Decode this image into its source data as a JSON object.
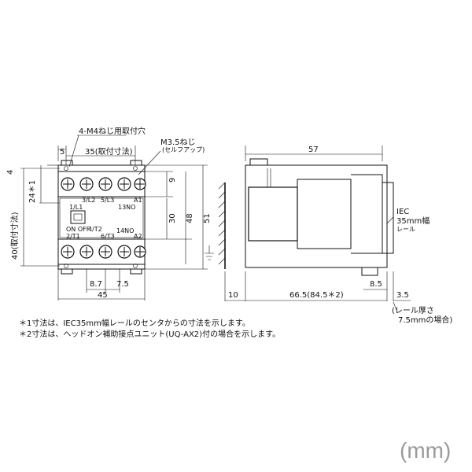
{
  "labels": {
    "mount_hole": "4-M4ねじ用取付穴",
    "screw": "M3.5ねじ",
    "screw_note": "(セルフアップ)",
    "iec_line1": "IEC",
    "iec_line2": "35mm幅",
    "iec_line3": "レール",
    "rail_thickness_line1": "(レール厚さ",
    "rail_thickness_line2": "7.5mmの場合)",
    "unit": "(mm)"
  },
  "terminals": {
    "t1": "1/L1",
    "t3": "3/L2",
    "t5": "5/L3",
    "no13": "13NO",
    "a1": "A1",
    "onoff": "ON OFF",
    "t2": "2/T1",
    "t4": "4/T2",
    "t6": "6/T3",
    "no14": "14NO",
    "a2": "A2"
  },
  "dims": {
    "d5": "5",
    "d35": "35(取付寸法)",
    "d4": "4",
    "d24": "24＊1",
    "d40": "40(取付寸法)",
    "d9": "9",
    "d30": "30",
    "d48": "48",
    "d51": "51",
    "d8_7": "8.7",
    "d7_5": "7.5",
    "d45": "45",
    "d57": "57",
    "d10": "10",
    "d66_5": "66.5(84.5＊2)",
    "d8_5": "8.5",
    "d3_5": "3.5"
  },
  "notes": {
    "n1": "＊1寸法は、IEC35mm幅レールのセンタからの寸法を示します。",
    "n2": "＊2寸法は、ヘッドオン補助接点ユニット(UQ-AX2)付の場合を示します。"
  }
}
